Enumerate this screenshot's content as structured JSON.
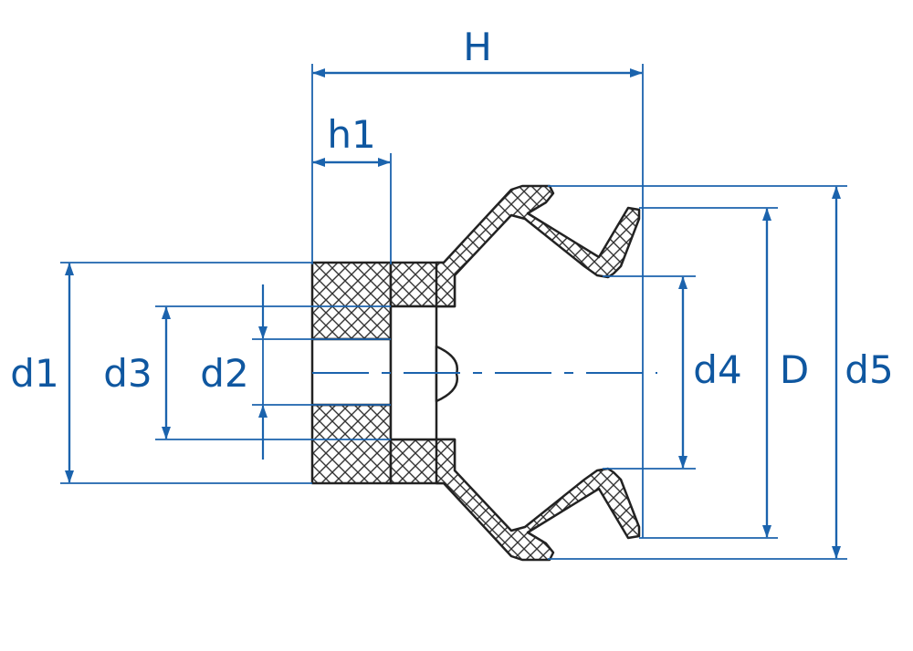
{
  "diagram": {
    "labels": {
      "H": "H",
      "h1": "h1",
      "d1": "d1",
      "d3": "d3",
      "d2": "d2",
      "d4": "d4",
      "D": "D",
      "d5": "d5"
    },
    "colors": {
      "dimension": "#1b63ad",
      "label": "#0f57a0",
      "outline": "#222222"
    }
  }
}
